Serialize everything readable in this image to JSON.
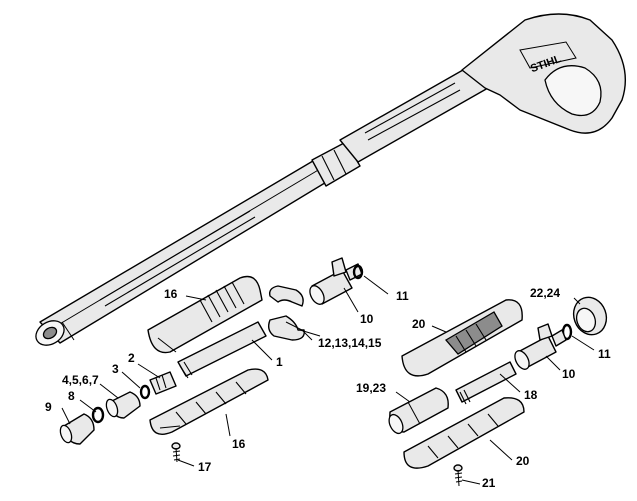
{
  "brand_logo": "STIHL",
  "callouts": [
    {
      "id": "c16a",
      "text": "16"
    },
    {
      "id": "c10a",
      "text": "10"
    },
    {
      "id": "c11a",
      "text": "11"
    },
    {
      "id": "c12",
      "text": "12,13,14,15"
    },
    {
      "id": "c1",
      "text": "1"
    },
    {
      "id": "c2",
      "text": "2"
    },
    {
      "id": "c3",
      "text": "3"
    },
    {
      "id": "c4",
      "text": "4,5,6,7"
    },
    {
      "id": "c8",
      "text": "8"
    },
    {
      "id": "c9",
      "text": "9"
    },
    {
      "id": "c16b",
      "text": "16"
    },
    {
      "id": "c17",
      "text": "17"
    },
    {
      "id": "c20a",
      "text": "20"
    },
    {
      "id": "c22",
      "text": "22,24"
    },
    {
      "id": "c11b",
      "text": "11"
    },
    {
      "id": "c10b",
      "text": "10"
    },
    {
      "id": "c19",
      "text": "19,23"
    },
    {
      "id": "c18",
      "text": "18"
    },
    {
      "id": "c20b",
      "text": "20"
    },
    {
      "id": "c21",
      "text": "21"
    }
  ]
}
